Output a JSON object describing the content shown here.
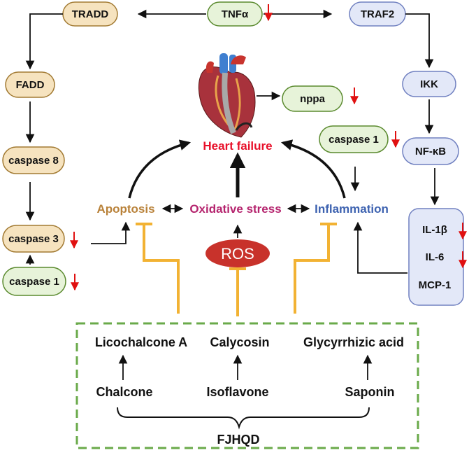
{
  "colors": {
    "tan_fill": "#f6e3bf",
    "tan_stroke": "#a27a32",
    "green_fill": "#e7f3d9",
    "green_stroke": "#5a8a2e",
    "blue_fill": "#e3e8f8",
    "blue_stroke": "#7080c0",
    "down_arrow": "#e01010",
    "heart_failure": "#e8102a",
    "apoptosis": "#b9823a",
    "oxidative_stress": "#b5246e",
    "inflammation": "#3d62b0",
    "ros_fill": "#c8322b",
    "inhibit": "#f2b233",
    "box_border": "#6aaa4a"
  },
  "nodes": {
    "tnfa": "TNFα",
    "tradd": "TRADD",
    "traf2": "TRAF2",
    "fadd": "FADD",
    "caspase8": "caspase 8",
    "caspase3": "caspase 3",
    "caspase1_left": "caspase 1",
    "ikk": "IKK",
    "nfkb": "NF-κB",
    "il1b": "IL-1β",
    "il6": "IL-6",
    "mcp1": "MCP-1",
    "caspase1_right": "caspase 1",
    "nppa": "nppa"
  },
  "processes": {
    "heart_failure": "Heart failure",
    "apoptosis": "Apoptosis",
    "oxidative_stress": "Oxidative stress",
    "inflammation": "Inflammation",
    "ros": "ROS"
  },
  "compounds": {
    "licochalcone": "Licochalcone A",
    "calycosin": "Calycosin",
    "glycyrrhizic": "Glycyrrhizic acid",
    "chalcone": "Chalcone",
    "isoflavone": "Isoflavone",
    "saponin": "Saponin",
    "fjhqd": "FJHQD"
  }
}
